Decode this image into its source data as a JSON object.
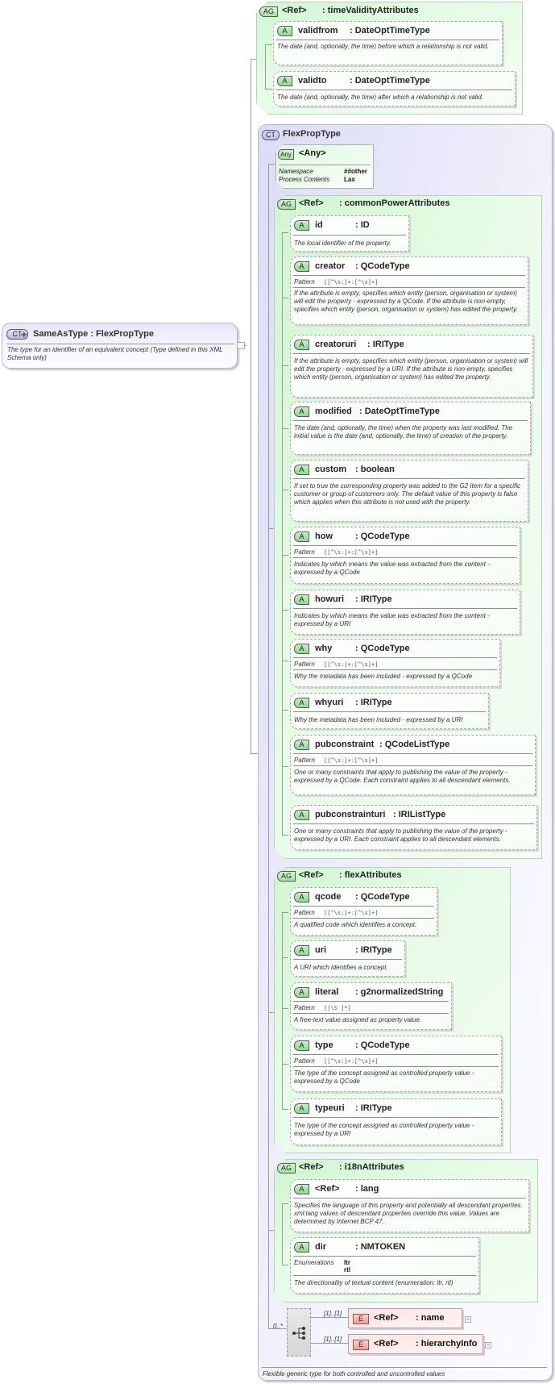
{
  "root": {
    "badge": "CT",
    "title": "SameAsType : FlexPropType",
    "description": "The type for an identifier of an equivalent concept (Type defined in this XML Schema only)"
  },
  "time_validity_group": {
    "badge": "AG",
    "ref": "<Ref>",
    "name": ": timeValidityAttributes",
    "attributes": [
      {
        "name": "validfrom",
        "type": ": DateOptTimeType",
        "doc": "The date (and, optionally, the time) before which a relationship is not valid."
      },
      {
        "name": "validto",
        "type": ": DateOptTimeType",
        "doc": "The date (and, optionally, the time) after which a relationship is not valid."
      }
    ]
  },
  "flexprop": {
    "badge": "CT",
    "title": "FlexPropType",
    "description": "Flexible generic type for both controlled and uncontrolled values",
    "any": {
      "badge": "Any",
      "title": "<Any>",
      "namespace_label": "Namespace",
      "namespace_value": "##other",
      "process_label": "Process Contents",
      "process_value": "Lax"
    }
  },
  "common_power_group": {
    "badge": "AG",
    "ref": "<Ref>",
    "name": ": commonPowerAttributes",
    "attributes": [
      {
        "name": "id",
        "type": ": ID",
        "doc": "The local identifier of the property."
      },
      {
        "name": "creator",
        "type": ": QCodeType",
        "pattern_label": "Pattern",
        "pattern": "[[^\\s:]+:[^\\s]+]",
        "doc": "If the attribute is empty, specifies which entity (person, organisation or system) will edit the property - expressed by a QCode. If the attribute is non-empty, specifies which entity (person, organisation or system) has edited the property."
      },
      {
        "name": "creatoruri",
        "type": ": IRIType",
        "doc": "If the attribute is empty, specifies which entity (person, organisation or system) will edit the property - expressed by a URI. If the attribute is non-empty, specifies which entity (person, organisation or system) has edited the property."
      },
      {
        "name": "modified",
        "type": ": DateOptTimeType",
        "doc": "The date (and, optionally, the time) when the property was last modified. The initial value is the date (and, optionally, the time) of creation of the property."
      },
      {
        "name": "custom",
        "type": ": boolean",
        "doc": "If set to true the corresponding property was added to the G2 Item for a specific customer or group of customers only. The default value of this property is false which applies when this attribute is not used with the property."
      },
      {
        "name": "how",
        "type": ": QCodeType",
        "pattern_label": "Pattern",
        "pattern": "[[^\\s:]+:[^\\s]+]",
        "doc": "Indicates by which means the value was extracted from the content - expressed by a QCode"
      },
      {
        "name": "howuri",
        "type": ": IRIType",
        "doc": "Indicates by which means the value was extracted from the content - expressed by a URI"
      },
      {
        "name": "why",
        "type": ": QCodeType",
        "pattern_label": "Pattern",
        "pattern": "[[^\\s:]+:[^\\s]+]",
        "doc": "Why the metadata has been included - expressed by a QCode"
      },
      {
        "name": "whyuri",
        "type": ": IRIType",
        "doc": "Why the metadata has been included - expressed by a URI"
      },
      {
        "name": "pubconstraint",
        "type": ": QCodeListType",
        "pattern_label": "Pattern",
        "pattern": "[[^\\s:]+:[^\\s]+]",
        "doc": "One or many constraints that apply to publishing the value of the property - expressed by a QCode. Each constraint applies to all descendant elements."
      },
      {
        "name": "pubconstrainturi",
        "type": ": IRIListType",
        "doc": "One or many constraints that apply to publishing the value of the property - expressed by a URI. Each constraint applies to all descendant elements."
      }
    ]
  },
  "flex_group": {
    "badge": "AG",
    "ref": "<Ref>",
    "name": ": flexAttributes",
    "attributes": [
      {
        "name": "qcode",
        "type": ": QCodeType",
        "pattern_label": "Pattern",
        "pattern": "[[^\\s:]+:[^\\s]+]",
        "doc": "A qualified code which identifies a concept."
      },
      {
        "name": "uri",
        "type": ": IRIType",
        "doc": "A URI which identifies a concept."
      },
      {
        "name": "literal",
        "type": ": g2normalizedString",
        "pattern_label": "Pattern",
        "pattern": "[[\\S ]*]",
        "doc": "A free-text value assigned as property value."
      },
      {
        "name": "type",
        "type": ": QCodeType",
        "pattern_label": "Pattern",
        "pattern": "[[^\\s:]+:[^\\s]+]",
        "doc": "The type of the concept assigned as controlled property value - expressed by a QCode"
      },
      {
        "name": "typeuri",
        "type": ": IRIType",
        "doc": "The type of the concept assigned as controlled property value - expressed by a URI"
      }
    ]
  },
  "i18n_group": {
    "badge": "AG",
    "ref": "<Ref>",
    "name": ": i18nAttributes",
    "attributes": [
      {
        "name": "<Ref>",
        "type": ": lang",
        "doc": "Specifies the language of this property and potentially all descendant properties. xml:lang values of descendant properties override this value. Values are determined by Internet BCP 47."
      },
      {
        "name": "dir",
        "type": ": NMTOKEN",
        "enum_label": "Enumerations",
        "enum_values": [
          "ltr",
          "rtl"
        ],
        "doc": "The directionality of textual content (enumeration: ltr, rtl)"
      }
    ]
  },
  "sequence": {
    "multiplicity": "0..*",
    "elements": [
      {
        "badge": "E",
        "ref": "<Ref>",
        "name": ": name",
        "multiplicity": "[1]..[1]"
      },
      {
        "badge": "E",
        "ref": "<Ref>",
        "name": ": hierarchyInfo",
        "multiplicity": "[1]..[1]"
      }
    ]
  }
}
